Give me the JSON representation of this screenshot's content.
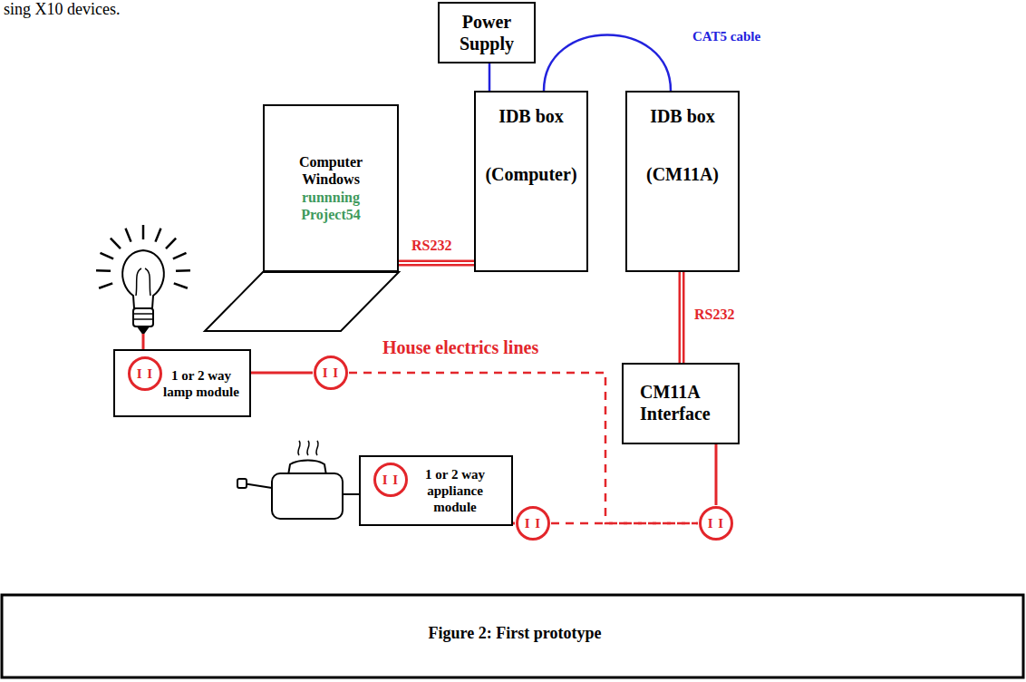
{
  "diagram": {
    "caption": "Figure 2: First prototype",
    "nodes": [
      {
        "text": [
          "Power Supply"
        ]
      },
      {
        "text": [
          "Computer Windows",
          "runnning Project54"
        ]
      },
      {
        "text": [
          "IDB box",
          "(Computer)"
        ]
      },
      {
        "text": [
          "IDB box",
          "(CM11A)"
        ]
      },
      {
        "text": [
          "1 or 2 way lamp module"
        ]
      },
      {
        "text": [
          "I I"
        ],
        "in": 4
      },
      {
        "text": [
          "I I"
        ]
      },
      {
        "text": [
          "CM11A Interface"
        ]
      },
      {
        "text": [
          "1 or 2 way appliance module"
        ]
      },
      {
        "text": [
          "I I"
        ],
        "in": 8
      },
      {
        "text": [
          "I I"
        ]
      },
      {
        "text": [
          "I I"
        ]
      }
    ],
    "edges": [
      {
        "from": 0,
        "to": 2,
        "arrow": "none"
      },
      {
        "from": 2,
        "to": 3,
        "label": "CAT5 cable",
        "arrow": "none"
      },
      {
        "from": 1,
        "to": 2,
        "label": "RS232",
        "arrow": "none"
      },
      {
        "from": 3,
        "to": 7,
        "label": "RS232",
        "arrow": "none"
      },
      {
        "from": 7,
        "to": 11,
        "arrow": "none"
      },
      {
        "from": 4,
        "to": 6,
        "arrow": "none"
      },
      {
        "from": 8,
        "to": 10,
        "arrow": "none"
      },
      {
        "from": 6,
        "to": 11,
        "label": "House electrics lines",
        "arrow": "none"
      },
      {
        "from": 10,
        "to": 11,
        "arrow": "none"
      }
    ],
    "labels": [
      "sing X10 devices."
    ]
  }
}
